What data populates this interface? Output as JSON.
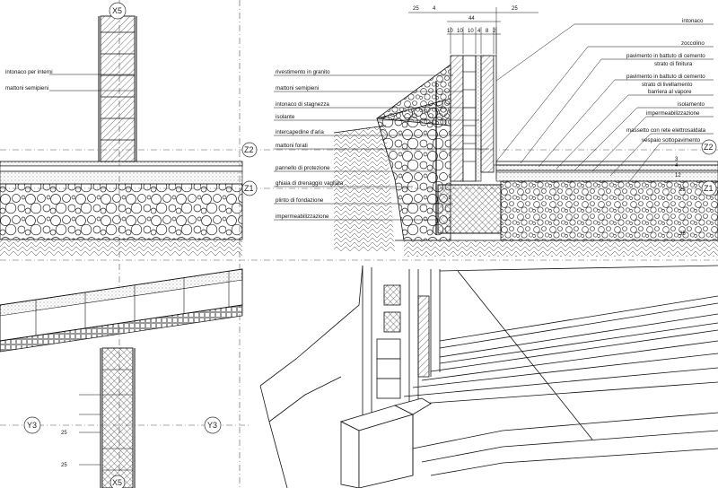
{
  "labels_left": {
    "intonaco_interni": "intonaco per interni",
    "mattoni_semipieni": "mattoni semipieni"
  },
  "labels_center": [
    "rivestimento in granito",
    "mattoni semipieni",
    "intonaco di stagnezza",
    "isolante",
    "intercapedine d'aria",
    "mattoni forati",
    "pannello di protezione",
    "ghiaia di drenaggio vagliata",
    "plinto di fondazione",
    "impermeabilizzazione"
  ],
  "labels_right": [
    "intonaco",
    "zoccolino",
    "pavimento in battuto di cemento",
    "strato di finitura",
    "pavimento in battuto di cemento",
    "strato di livellamento",
    "barriera al vapore",
    "isolamento",
    "impermeabilizzazione",
    "massetto con rete elettrosaldata",
    "vespaio sottopavimento"
  ],
  "dimensions": {
    "top_25_left": "25",
    "top_4": "4",
    "top_44": "44",
    "top_25_right": "25",
    "sub": [
      "10",
      "10",
      "10",
      "4",
      "8",
      "2"
    ],
    "side_3": "3",
    "side_4": "4",
    "side_12": "12",
    "side_25": "25",
    "side_35": "35",
    "lower_25_a": "25",
    "lower_25_b": "25"
  },
  "axes": {
    "x5_top": "X5",
    "x5_bottom": "X5",
    "z2_left": "Z2",
    "z1_left": "Z1",
    "z2_right": "Z2",
    "z1_right": "Z1",
    "y3_left": "Y3",
    "y3_right": "Y3"
  }
}
